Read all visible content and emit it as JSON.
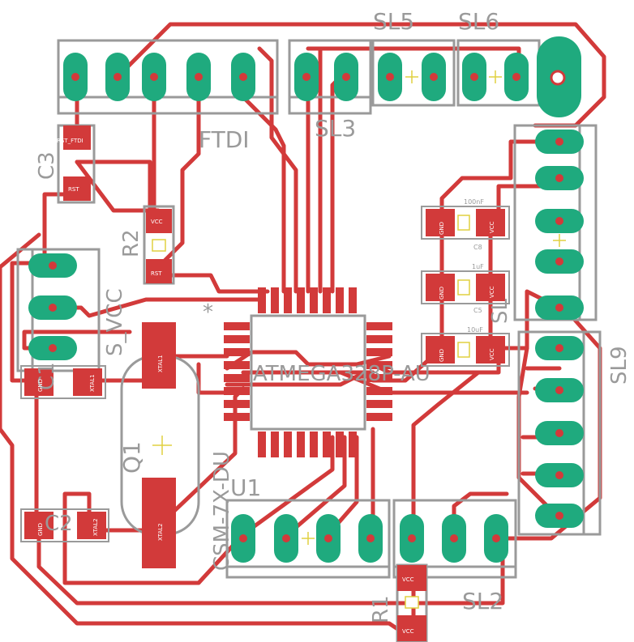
{
  "colors": {
    "trace": "#d23a3a",
    "pad": "#1faa7e",
    "smd": "#d23a3a",
    "silkscreen": "#9a9a9a",
    "origin": "#e0d040",
    "background": "#ffffff"
  },
  "labels": {
    "sl5": "SL5",
    "sl6": "SL6",
    "ftdi": "FTDI",
    "sl3": "SL3",
    "c3": "C3",
    "r2": "R2",
    "svcc": "S_VCC",
    "sl9": "SL9",
    "c1": "C1",
    "q1": "Q1",
    "chip": "ATMEGA328P-AU",
    "u1": "U1",
    "csm": "CSM-7X-DU",
    "c2": "C2",
    "r1": "R1",
    "sl2": "SL2",
    "sl_right": "SL",
    "star": "*"
  },
  "values": {
    "c8": "C8",
    "c8_val": "100nF",
    "c5": "C5",
    "c5_val": "1uF",
    "c4_val": "10uF"
  },
  "pad_labels": {
    "gnd": "GND",
    "vcc": "VCC",
    "rst": "RST",
    "rst_ftdi": "RST_FTDI",
    "xtal1": "XTAL1",
    "xtal2": "XTAL2"
  }
}
